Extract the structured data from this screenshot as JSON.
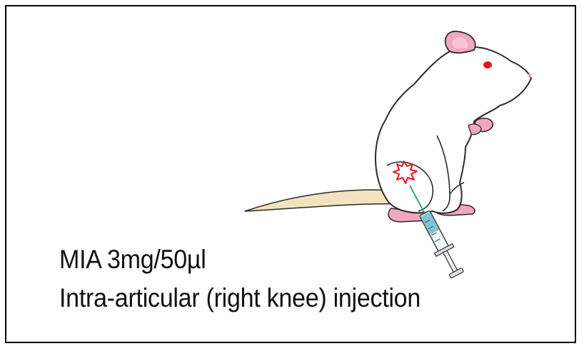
{
  "figure": {
    "caption_line1": "MIA 3mg/50µl",
    "caption_line2": "Intra-articular (right knee) injection"
  },
  "colors": {
    "frame": "#000000",
    "rat_body": "#ffffff",
    "rat_outline": "#2a2a2a",
    "ear_skin": "#f2a7c0",
    "paw": "#f2a7c0",
    "eye": "#e8141c",
    "tail": "#f1e3bd",
    "injection_burst": "#e8141c",
    "syringe_liquid": "#7fc3d9",
    "needle": "#3aa57a"
  },
  "icons": [
    "rat-illustration",
    "syringe-icon",
    "injection-burst-icon"
  ]
}
